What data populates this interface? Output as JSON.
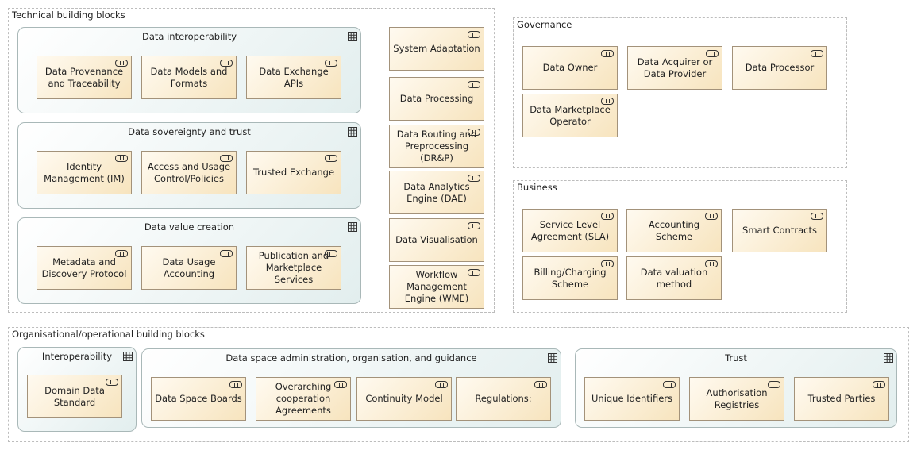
{
  "groups": {
    "technical": "Technical building blocks",
    "governance": "Governance",
    "business": "Business",
    "organisational": "Organisational/operational building blocks"
  },
  "clusters": {
    "data_interoperability": "Data interoperability",
    "data_sovereignty": "Data sovereignty and trust",
    "data_value": "Data value creation",
    "interoperability": "Interoperability",
    "administration": "Data space administration, organisation, and guidance",
    "trust": "Trust"
  },
  "services": {
    "provenance": "Data Provenance and Traceability",
    "models": "Data Models and Formats",
    "exchange_apis": "Data Exchange APIs",
    "identity": "Identity Management (IM)",
    "access_usage": "Access and Usage Control/Policies",
    "trusted_exchange": "Trusted Exchange",
    "metadata": "Metadata and Discovery Protocol",
    "usage_accounting": "Data Usage Accounting",
    "publication": "Publication and Marketplace Services",
    "system_adaptation": "System Adaptation",
    "processing": "Data Processing",
    "routing": "Data Routing and Preprocessing (DR&P)",
    "analytics": "Data Analytics Engine (DAE)",
    "visualisation": "Data Visualisation",
    "workflow": "Workflow Management Engine (WME)",
    "owner": "Data Owner",
    "acquirer": "Data Acquirer or Data Provider",
    "processor": "Data Processor",
    "marketplace_operator": "Data Marketplace Operator",
    "sla": "Service Level Agreement (SLA)",
    "accounting_scheme": "Accounting Scheme",
    "smart_contracts": "Smart Contracts",
    "billing": "Billing/Charging Scheme",
    "valuation": "Data valuation method",
    "domain_standard": "Domain Data Standard",
    "boards": "Data Space Boards",
    "cooperation": "Overarching cooperation Agreements",
    "continuity": "Continuity Model",
    "regulations": "Regulations:",
    "identifiers": "Unique Identifiers",
    "registries": "Authorisation Registries",
    "trusted_parties": "Trusted Parties"
  },
  "icons": {
    "service": "application-service-icon",
    "grouping": "grid-icon"
  },
  "colors": {
    "service_fill": "#f7e4be",
    "service_border": "#a3927a",
    "cluster_fill": "#e2eeee",
    "group_border": "#bdbdbd"
  }
}
